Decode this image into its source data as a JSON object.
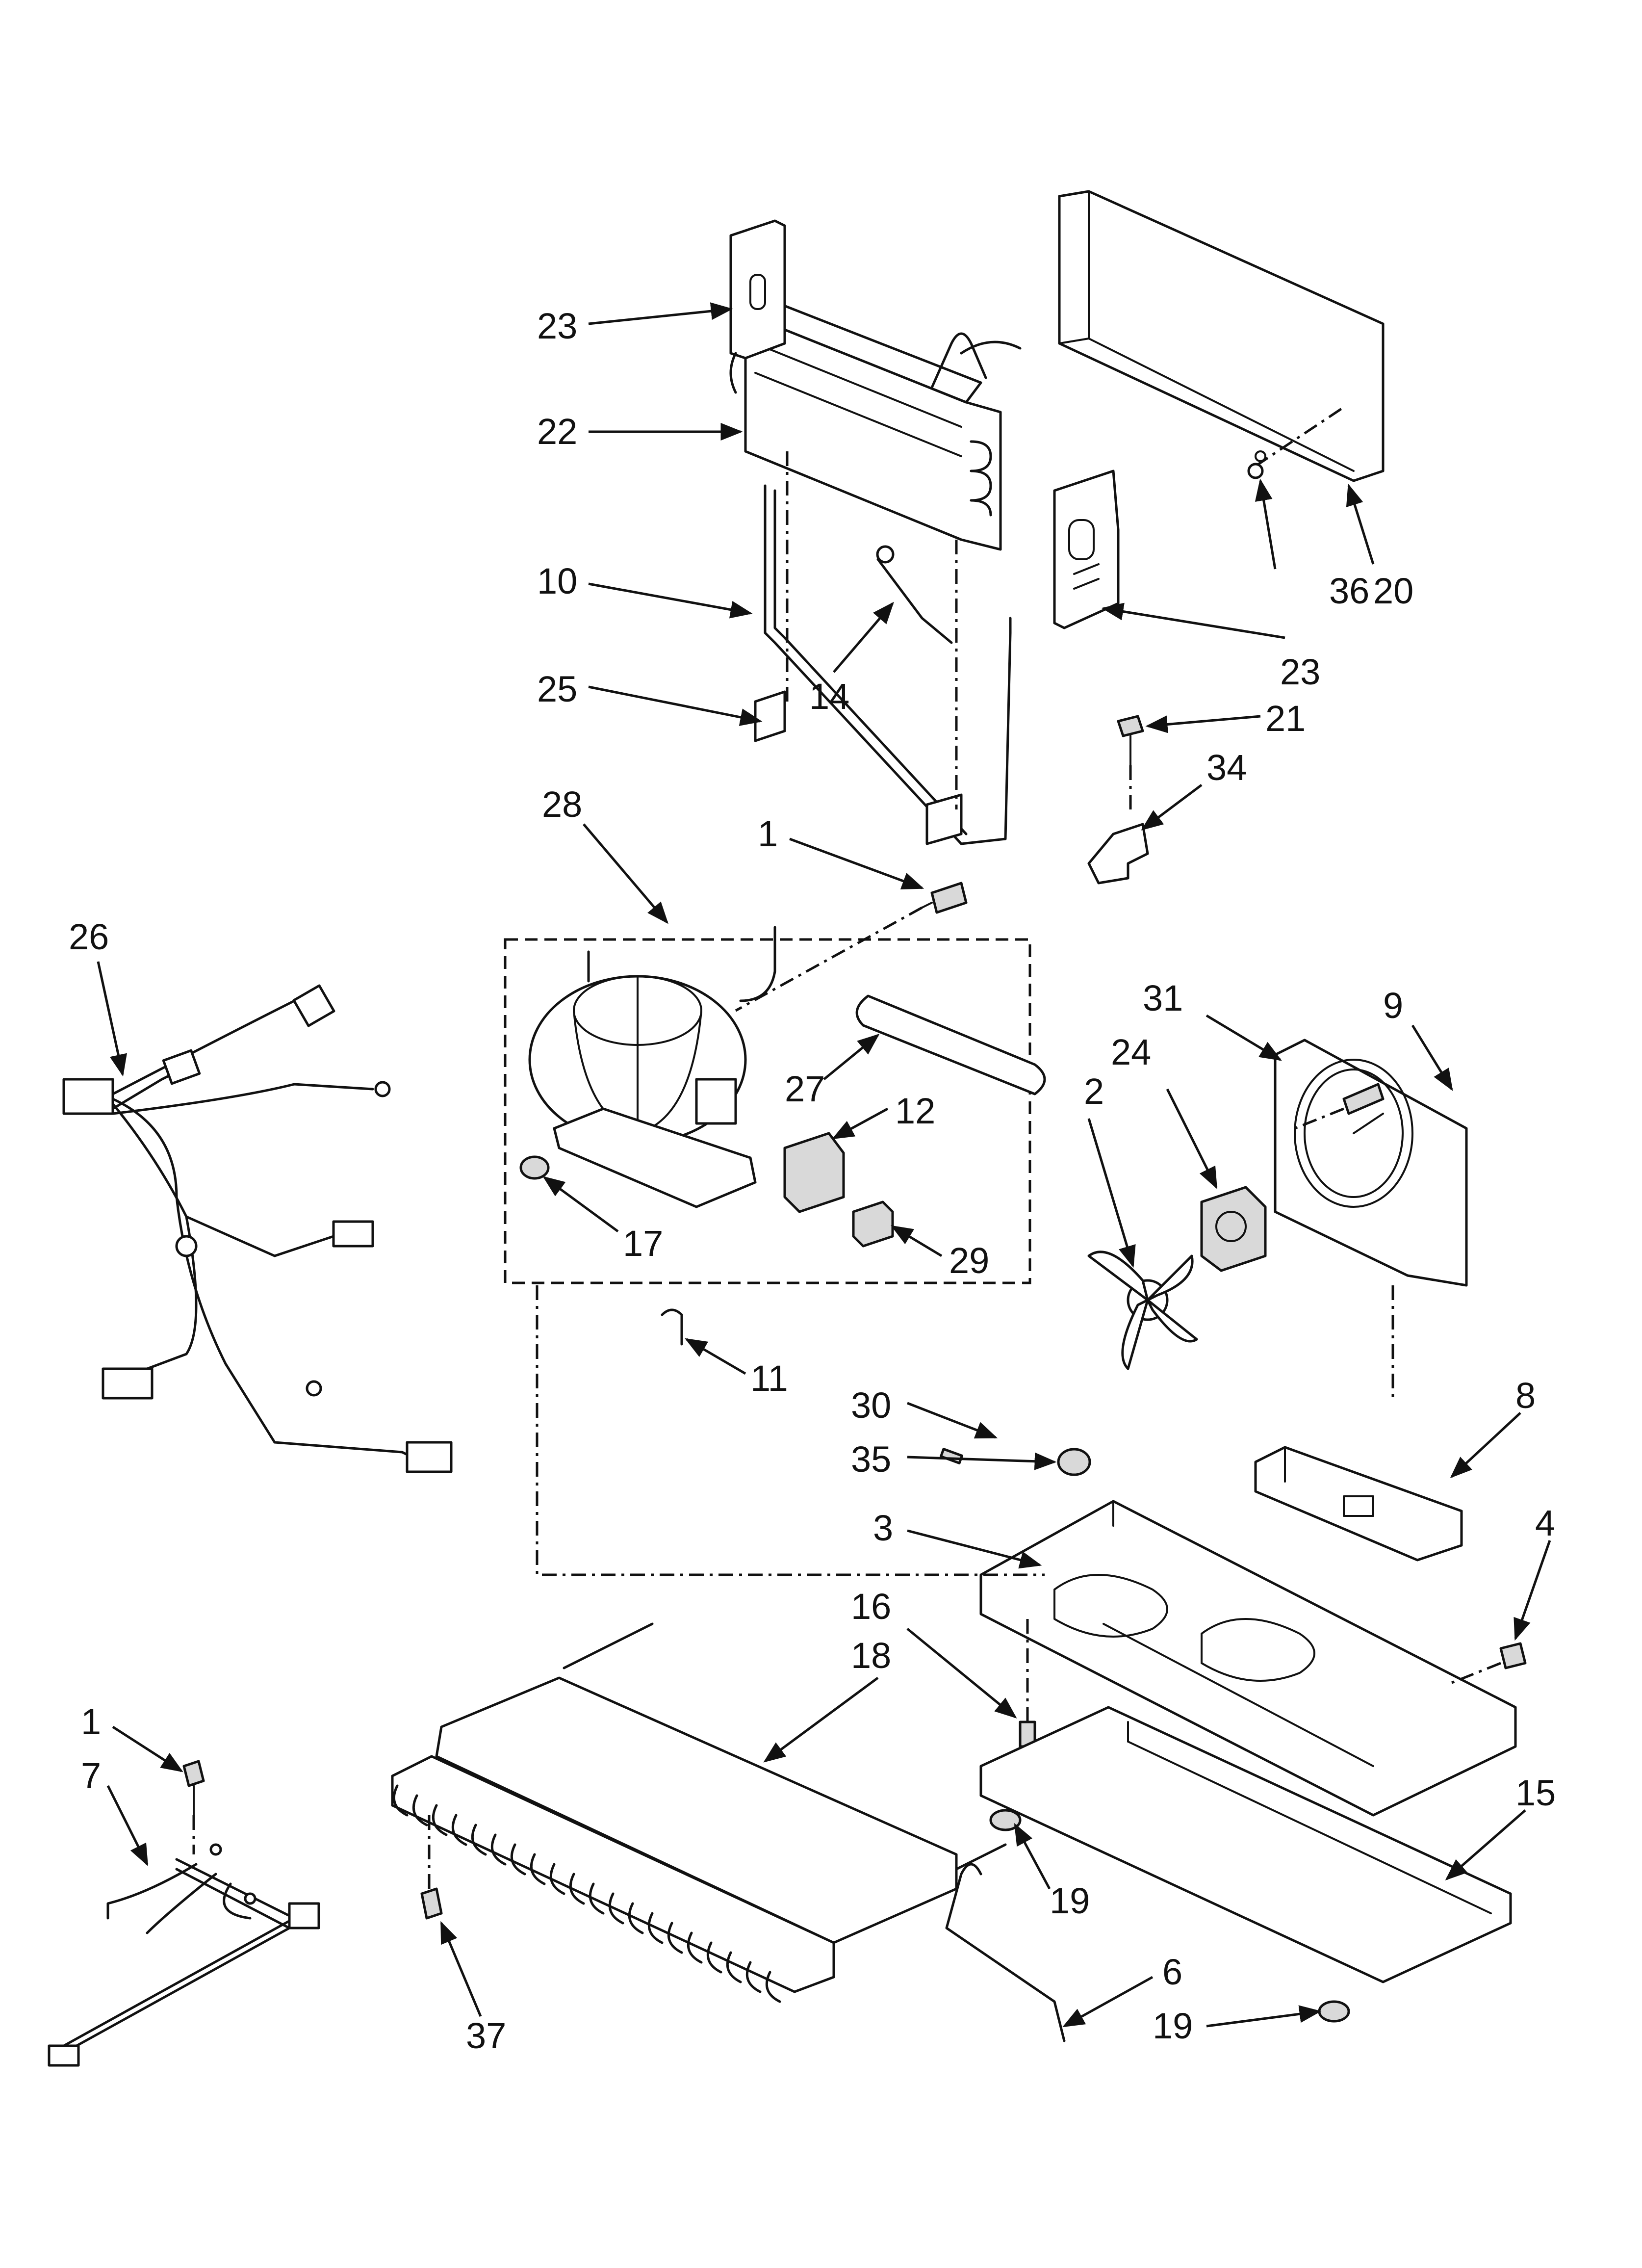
{
  "callouts": {
    "c1_top": "1",
    "c1_bottom": "1",
    "c2": "2",
    "c3": "3",
    "c4": "4",
    "c6": "6",
    "c7": "7",
    "c8": "8",
    "c9": "9",
    "c10": "10",
    "c11": "11",
    "c12": "12",
    "c14": "14",
    "c15": "15",
    "c16": "16",
    "c17": "17",
    "c18": "18",
    "c19_top": "19",
    "c19_bottom": "19",
    "c20": "20",
    "c21": "21",
    "c22": "22",
    "c23_top": "23",
    "c23_right": "23",
    "c24": "24",
    "c25": "25",
    "c26": "26",
    "c27": "27",
    "c28": "28",
    "c29": "29",
    "c30": "30",
    "c31": "31",
    "c34": "34",
    "c35": "35",
    "c36": "36",
    "c37": "37"
  },
  "colors": {
    "line": "#111111",
    "background": "#ffffff",
    "shade": "#d9d9d9"
  }
}
